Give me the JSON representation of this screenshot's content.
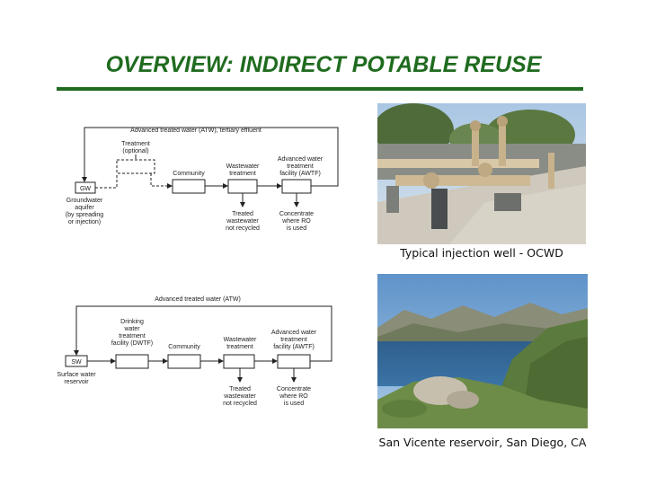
{
  "slide": {
    "title": "OVERVIEW: INDIRECT POTABLE REUSE"
  },
  "diagram_gw": {
    "top_flow": "Advanced treated water (ATW), tertiary effluent",
    "treatment_optional": [
      "Treatment",
      "(optional)"
    ],
    "community": "Community",
    "wastewater_treatment": [
      "Wastewater",
      "treatment"
    ],
    "awtf": [
      "Advanced water",
      "treatment",
      "facility (AWTF)"
    ],
    "gw_box": "GW",
    "gw_desc": [
      "Groundwater",
      "aquifer",
      "(by spreading",
      "or injection)"
    ],
    "treated_not_recycled": [
      "Treated",
      "wastewater",
      "not recycled"
    ],
    "concentrate": [
      "Concentrate",
      "where RO",
      "is used"
    ]
  },
  "diagram_sw": {
    "top_flow": "Advanced treated water (ATW)",
    "dwtf": [
      "Drinking",
      "water",
      "treatment",
      "facility (DWTF)"
    ],
    "community": "Community",
    "wastewater_treatment": [
      "Wastewater",
      "treatment"
    ],
    "awtf": [
      "Advanced water",
      "treatment",
      "facility (AWTF)"
    ],
    "sw_box": "SW",
    "sw_desc": [
      "Surface water",
      "reservoir"
    ],
    "treated_not_recycled": [
      "Treated",
      "wastewater",
      "not recycled"
    ],
    "concentrate": [
      "Concentrate",
      "where RO",
      "is used"
    ]
  },
  "photos": {
    "injection_caption": "Typical injection well - OCWD",
    "reservoir_caption": "San Vicente reservoir, San Diego, CA"
  }
}
